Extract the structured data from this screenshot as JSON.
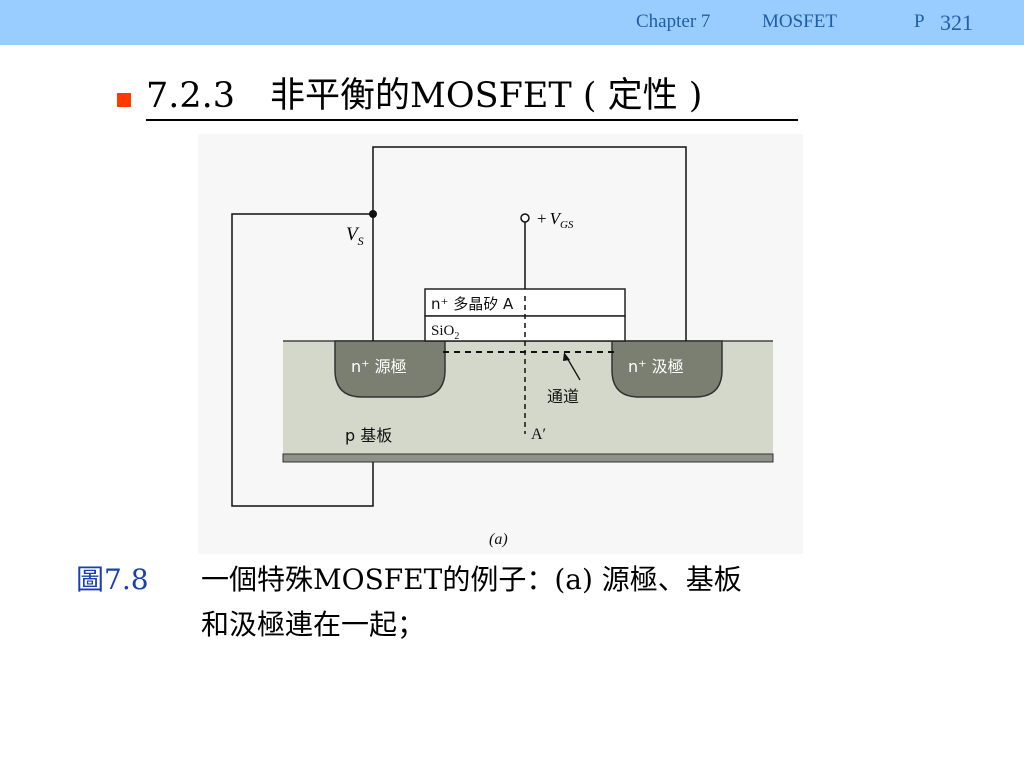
{
  "header": {
    "chapter": "Chapter 7",
    "topic": "MOSFET",
    "page_prefix": "P",
    "page_number": "321"
  },
  "section": {
    "title": "7.2.3　非平衡的MOSFET ( 定性 )"
  },
  "figure": {
    "vs_label_main": "V",
    "vs_label_sub": "S",
    "vgs_label_plus": "+",
    "vgs_label_main": "V",
    "vgs_label_sub": "GS",
    "gate_label": "n⁺ 多晶矽 A",
    "oxide_main": "SiO",
    "oxide_sub": "2",
    "source_label": "n⁺ 源極",
    "drain_label": "n⁺ 汲極",
    "channel_label": "通道",
    "a_prime_label": "A′",
    "substrate_label": "p 基板",
    "panel_label": "(a)"
  },
  "caption": {
    "label": "圖7.8",
    "line1": "一個特殊MOSFET的例子：(a) 源極、基板",
    "line2": "和汲極連在一起；"
  },
  "colors": {
    "header_bg": "#99ccff",
    "header_text": "#1f5fa8",
    "bullet": "#ff3a00",
    "caption_label": "#1a3fb0",
    "substrate": "#d4d8ca",
    "well": "#7a7f72"
  }
}
